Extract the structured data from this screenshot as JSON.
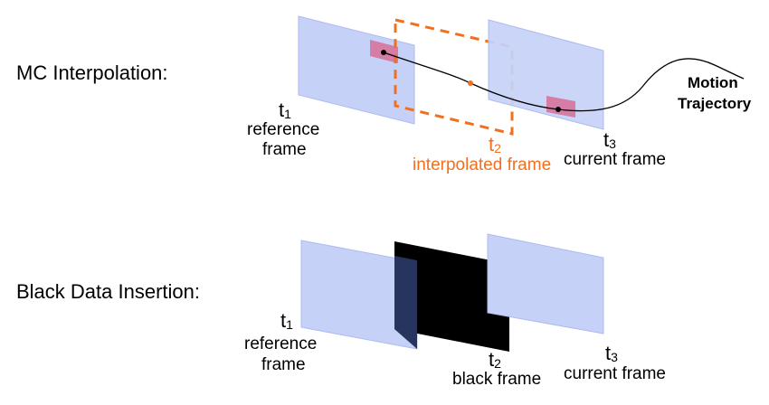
{
  "colors": {
    "frame": "#c5d1f7",
    "frame_edge": "#a9b8ee",
    "block": "#d67da6",
    "interpolated": "#f07020",
    "black": "#000000"
  },
  "mc": {
    "title": "MC Interpolation:",
    "t1": {
      "main": "t",
      "sub": "1",
      "line1": "reference",
      "line2": "frame"
    },
    "t2": {
      "main": "t",
      "sub": "2",
      "line1": "interpolated frame"
    },
    "t3": {
      "main": "t",
      "sub": "3",
      "line1": "current frame"
    },
    "trajectory": {
      "line1": "Motion",
      "line2": "Trajectory"
    }
  },
  "bdi": {
    "title": "Black Data Insertion:",
    "t1": {
      "main": "t",
      "sub": "1",
      "line1": "reference",
      "line2": "frame"
    },
    "t2": {
      "main": "t",
      "sub": "2",
      "line1": "black frame"
    },
    "t3": {
      "main": "t",
      "sub": "3",
      "line1": "current frame"
    }
  }
}
